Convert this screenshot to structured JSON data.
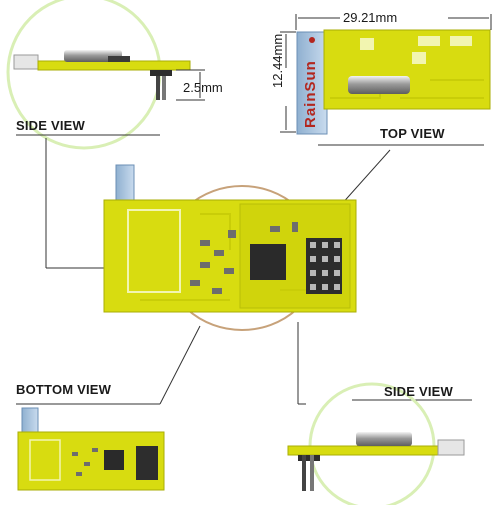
{
  "labels": {
    "side_view_top": "SIDE VIEW",
    "top_view": "TOP VIEW",
    "bottom_view": "BOTTOM VIEW",
    "side_view_bottom": "SIDE VIEW"
  },
  "dimensions": {
    "width": "29.21mm",
    "height": "12.44mm",
    "pin": "2.5mm"
  },
  "brand": "RainSun",
  "icons": [
    "pcb-board",
    "ceramic-antenna",
    "chip",
    "pin-header",
    "crystal"
  ],
  "colors": {
    "pcb": "#d8dc10",
    "pcb_dark": "#a9ae05",
    "trace": "#c9cd08",
    "silk": "#f2f5b0",
    "chip": "#2a2a2a",
    "antenna": "#6b8fb5",
    "halo": "#cfe9a8"
  }
}
